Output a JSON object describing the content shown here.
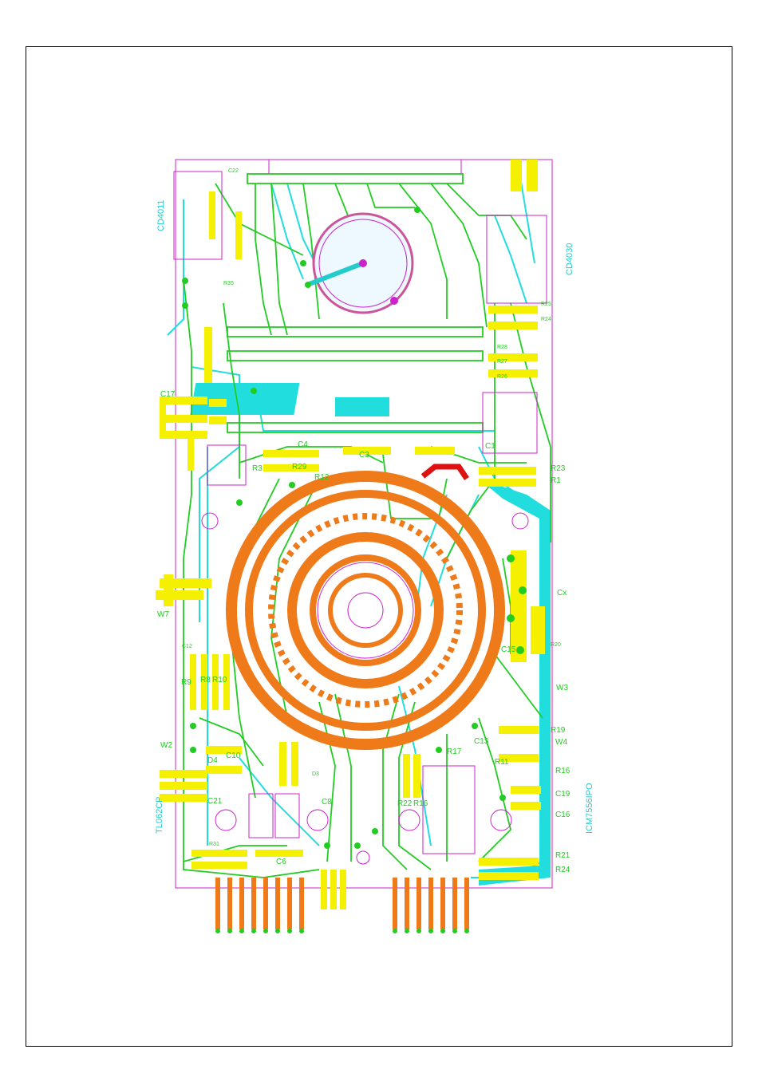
{
  "chips": {
    "cd4011": "CD4011",
    "cd4030": "CD4030",
    "tl062": "TL062CP",
    "icm7556": "ICM7556IPO"
  },
  "refs": {
    "c22": "C22",
    "r35": "R35",
    "r25": "R25",
    "r24_top": "R24",
    "r28": "R28",
    "r27": "R27",
    "r26": "R26",
    "c17": "C17",
    "c1": "C1",
    "c4": "C4",
    "r29": "R29",
    "r3": "R3",
    "r12": "R12",
    "c3": "C3",
    "r23": "R23",
    "r1": "R1",
    "w7": "W7",
    "cx": "Cx",
    "r20": "R20",
    "c12": "C12",
    "c15": "C15",
    "r9": "R9",
    "r8": "R8",
    "r10": "R10",
    "w3": "W3",
    "r19": "R19",
    "w4": "W4",
    "w2": "W2",
    "d4": "D4",
    "c10": "C10",
    "r17": "R17",
    "c13": "C13",
    "r11": "R11",
    "r16_right": "R16",
    "c19": "C19",
    "c16": "C16",
    "d3": "D3",
    "c21": "C21",
    "c8": "C8",
    "r22": "R22",
    "r16": "R16",
    "r31": "R31",
    "c6": "C6",
    "r21": "R21",
    "r24": "R24"
  },
  "colors": {
    "copper_top": "#22cc22",
    "copper_bottom": "#22dddd",
    "silkscreen": "#cc22cc",
    "pad": "#f5f000",
    "switch_ring": "#ee7a1a",
    "jumper": "#dd1111",
    "frame": "#000000"
  }
}
